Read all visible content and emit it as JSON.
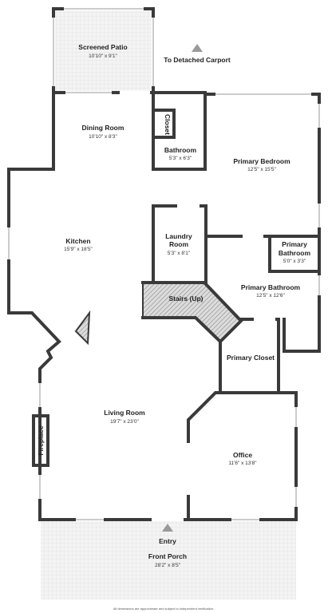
{
  "rooms": {
    "screened_patio": {
      "name": "Screened Patio",
      "dims": "10'10\" x 9'1\""
    },
    "dining_room": {
      "name": "Dining Room",
      "dims": "10'10\" x 8'3\""
    },
    "closet": {
      "name": "Closet"
    },
    "bathroom": {
      "name": "Bathroom",
      "dims": "5'3\" x 6'3\""
    },
    "primary_bedroom": {
      "name": "Primary Bedroom",
      "dims": "12'5\" x 15'5\""
    },
    "kitchen": {
      "name": "Kitchen",
      "dims": "15'9\" x 18'5\""
    },
    "laundry_room": {
      "name_line1": "Laundry",
      "name_line2": "Room",
      "dims": "5'3\" x 8'1\""
    },
    "primary_bathroom_small": {
      "name_line1": "Primary",
      "name_line2": "Bathroom",
      "dims": "5'0\" x 3'3\""
    },
    "stairs": {
      "name": "Stairs (Up)"
    },
    "primary_bathroom": {
      "name": "Primary Bathroom",
      "dims": "12'5\" x 12'6\""
    },
    "primary_closet": {
      "name": "Primary Closet"
    },
    "living_room": {
      "name": "Living Room",
      "dims": "19'7\" x 23'0\""
    },
    "fireplace": {
      "name": "Fireplace"
    },
    "office": {
      "name": "Office",
      "dims": "11'6\" x 13'8\""
    },
    "front_porch": {
      "name": "Front Porch",
      "dims": "28'2\" x 8'5\""
    }
  },
  "labels": {
    "detached_carport": "To Detached Carport",
    "entry": "Entry"
  },
  "footnote": "All dimensions are approximate and subject to independent verification.",
  "colors": {
    "wall": "#3a3a3a",
    "tile": "#e9e9e9",
    "marker": "#9a9a9a"
  }
}
